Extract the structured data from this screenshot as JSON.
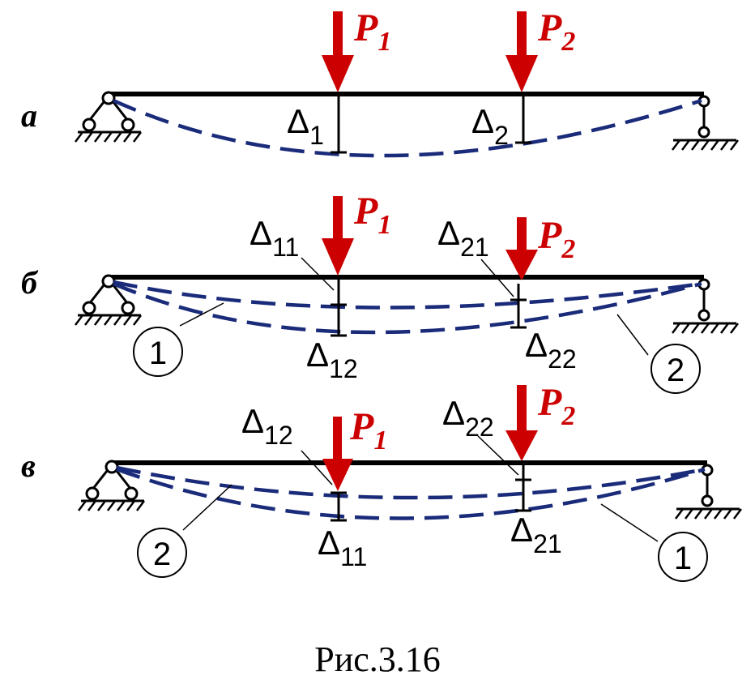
{
  "colors": {
    "load": "#cc0000",
    "deflection": "#1a2b7a",
    "line": "#000000"
  },
  "caption": "Рис.3.16",
  "panels": {
    "a": {
      "label": "а",
      "p1": {
        "sym": "P",
        "sub": "1"
      },
      "p2": {
        "sym": "P",
        "sub": "2"
      },
      "d1": {
        "sym": "Δ",
        "sub": "1"
      },
      "d2": {
        "sym": "Δ",
        "sub": "2"
      }
    },
    "b": {
      "label": "б",
      "p1": {
        "sym": "P",
        "sub": "1"
      },
      "p2": {
        "sym": "P",
        "sub": "2"
      },
      "d11": {
        "sym": "Δ",
        "sub": "11"
      },
      "d12": {
        "sym": "Δ",
        "sub": "12"
      },
      "d21": {
        "sym": "Δ",
        "sub": "21"
      },
      "d22": {
        "sym": "Δ",
        "sub": "22"
      },
      "c1": "1",
      "c2": "2"
    },
    "c": {
      "label": "в",
      "p1": {
        "sym": "P",
        "sub": "1"
      },
      "p2": {
        "sym": "P",
        "sub": "2"
      },
      "d12": {
        "sym": "Δ",
        "sub": "12"
      },
      "d22": {
        "sym": "Δ",
        "sub": "22"
      },
      "d11": {
        "sym": "Δ",
        "sub": "11"
      },
      "d21": {
        "sym": "Δ",
        "sub": "21"
      },
      "c2": "2",
      "c1": "1"
    }
  }
}
